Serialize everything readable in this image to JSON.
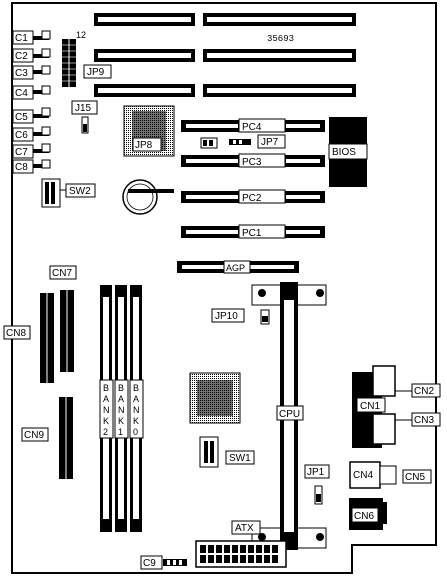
{
  "board_number": "35693",
  "pin_marker": "12",
  "labels": {
    "c1": "C1",
    "c2": "C2",
    "c3": "C3",
    "c4": "C4",
    "c5": "C5",
    "c6": "C6",
    "c7": "C7",
    "c8": "C8",
    "c9": "C9",
    "jp9": "JP9",
    "j15": "J15",
    "jp8": "JP8",
    "jp7": "JP7",
    "pc4": "PC4",
    "pc3": "PC3",
    "pc2": "PC2",
    "pc1": "PC1",
    "bios": "BIOS",
    "sw2": "SW2",
    "agp": "AGP",
    "cn7": "CN7",
    "cn8": "CN8",
    "cn9": "CN9",
    "jp10": "JP10",
    "sw1": "SW1",
    "jp1": "JP1",
    "cpu": "CPU",
    "atx": "ATX",
    "cn1": "CN1",
    "cn2": "CN2",
    "cn3": "CN3",
    "cn4": "CN4",
    "cn5": "CN5",
    "cn6": "CN6"
  },
  "banks": [
    {
      "letters": [
        "B",
        "A",
        "N",
        "K",
        "2"
      ]
    },
    {
      "letters": [
        "B",
        "A",
        "N",
        "K",
        "1"
      ]
    },
    {
      "letters": [
        "B",
        "A",
        "N",
        "K",
        "0"
      ]
    }
  ]
}
